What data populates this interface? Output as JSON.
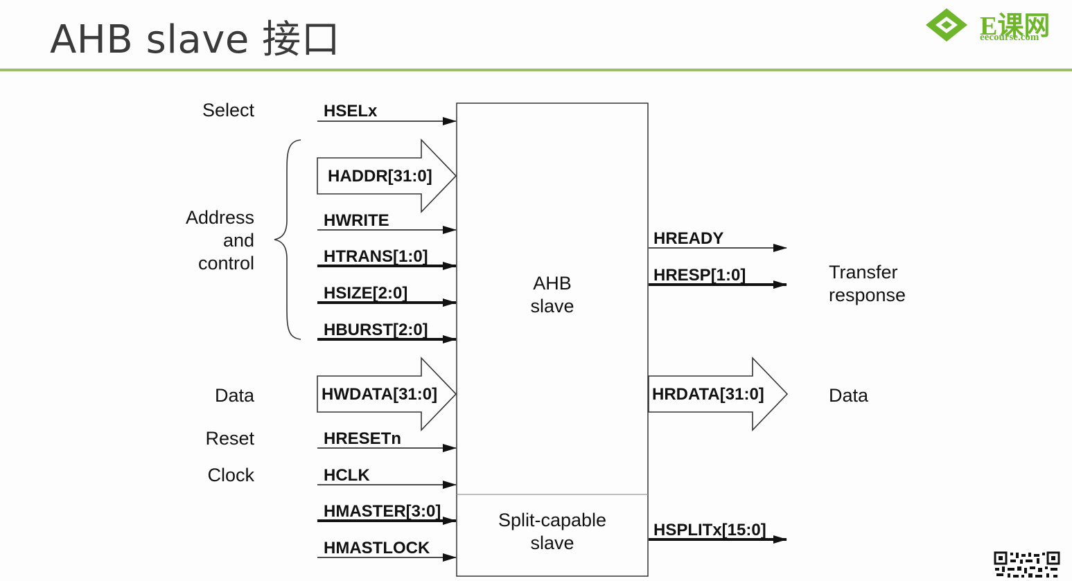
{
  "title": "AHB slave 接口",
  "logo": {
    "main": "E课网",
    "sub": "eecourse.com"
  },
  "block": {
    "main_line1": "AHB",
    "main_line2": "slave",
    "split_line1": "Split-capable",
    "split_line2": "slave"
  },
  "groups": {
    "select": "Select",
    "address_line1": "Address",
    "address_line2": "and",
    "address_line3": "control",
    "data_in": "Data",
    "reset": "Reset",
    "clock": "Clock",
    "transfer_line1": "Transfer",
    "transfer_line2": "response",
    "data_out": "Data"
  },
  "inputs": {
    "hsel": "HSELx",
    "haddr": "HADDR[31:0]",
    "hwrite": "HWRITE",
    "htrans": "HTRANS[1:0]",
    "hsize": "HSIZE[2:0]",
    "hburst": "HBURST[2:0]",
    "hwdata": "HWDATA[31:0]",
    "hresetn": "HRESETn",
    "hclk": "HCLK",
    "hmaster": "HMASTER[3:0]",
    "hmastlock": "HMASTLOCK"
  },
  "outputs": {
    "hready": "HREADY",
    "hresp": "HRESP[1:0]",
    "hrdata": "HRDATA[31:0]",
    "hsplit": "HSPLITx[15:0]"
  }
}
